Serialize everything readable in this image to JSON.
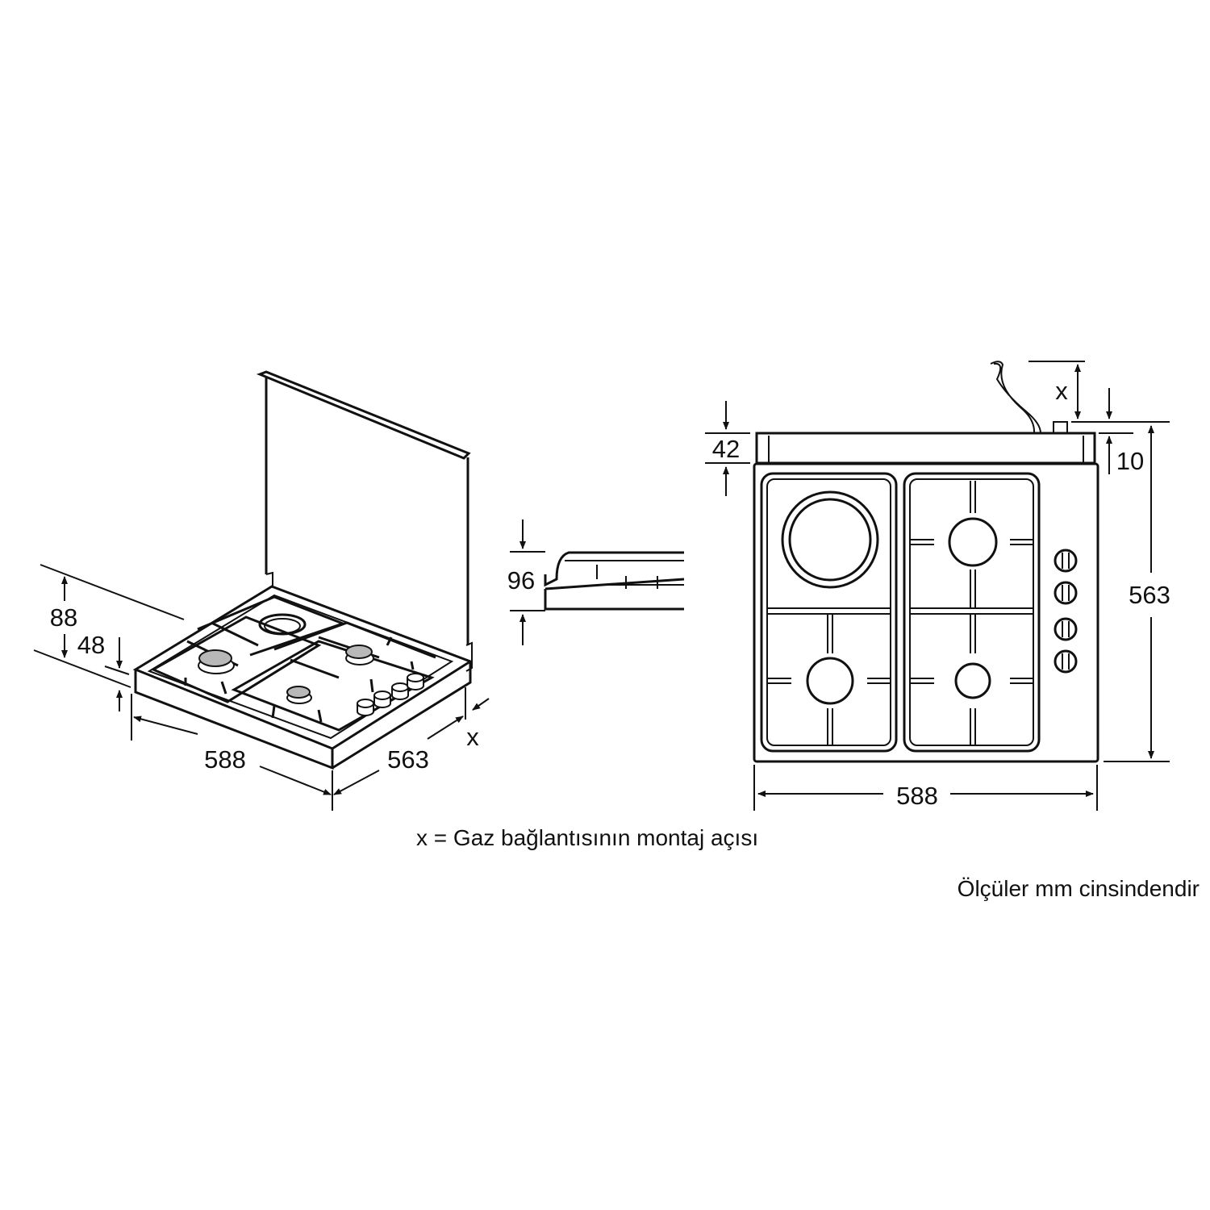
{
  "iso_view": {
    "width": "588",
    "depth": "563",
    "height_total": "88",
    "height_body": "48",
    "x_label": "x"
  },
  "side_detail": {
    "height": "96"
  },
  "top_view": {
    "top_depth": "42",
    "offset": "10",
    "depth": "563",
    "width": "588",
    "x_label": "x"
  },
  "captions": {
    "x_legend": "x = Gaz bağlantısının montaj açısı",
    "units_note": "Ölçüler mm cinsindendir"
  },
  "colors": {
    "line": "#111111",
    "burner_fill": "#b8b8b8"
  }
}
